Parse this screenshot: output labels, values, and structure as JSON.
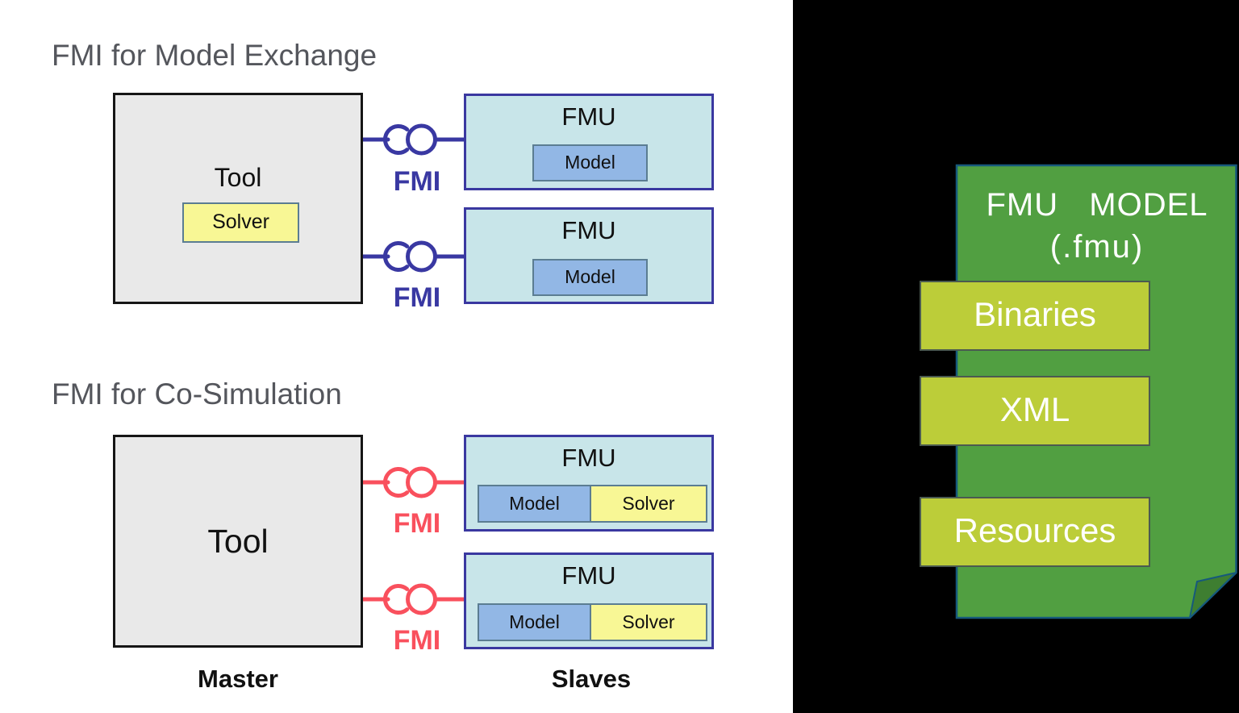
{
  "colors": {
    "model_exchange_accent": "#3938a2",
    "co_simulation_accent": "#f9505d",
    "fmu_box_fill": "#c8e5e9",
    "fmu_box_border": "#3a38a0",
    "model_chip_fill": "#92b7e5",
    "solver_chip_fill": "#f8f795",
    "chip_border": "#5b7d92",
    "tool_box_fill": "#e9e9e9",
    "heading_gray": "#54565c",
    "package_green": "#519f41",
    "package_fold_green": "#3e7e31",
    "package_border_teal": "#16597c",
    "bar_fill": "#bccd39",
    "bar_text": "#ffffff",
    "left_background": "#ffffff",
    "right_background": "#000000"
  },
  "model_exchange": {
    "title": "FMI for Model Exchange",
    "tool_label": "Tool",
    "solver_label": "Solver",
    "connections": [
      {
        "label": "FMI"
      },
      {
        "label": "FMI"
      }
    ],
    "fmus": [
      {
        "title": "FMU",
        "model_label": "Model"
      },
      {
        "title": "FMU",
        "model_label": "Model"
      }
    ]
  },
  "co_simulation": {
    "title": "FMI for Co-Simulation",
    "tool_label": "Tool",
    "master_label": "Master",
    "slaves_label": "Slaves",
    "connections": [
      {
        "label": "FMI"
      },
      {
        "label": "FMI"
      }
    ],
    "fmus": [
      {
        "title": "FMU",
        "model_label": "Model",
        "solver_label": "Solver"
      },
      {
        "title": "FMU",
        "model_label": "Model",
        "solver_label": "Solver"
      }
    ]
  },
  "fmu_package": {
    "title_line1": "FMU MODEL",
    "title_line2": "(.fmu)",
    "items": [
      "Binaries",
      "XML",
      "Resources"
    ]
  }
}
